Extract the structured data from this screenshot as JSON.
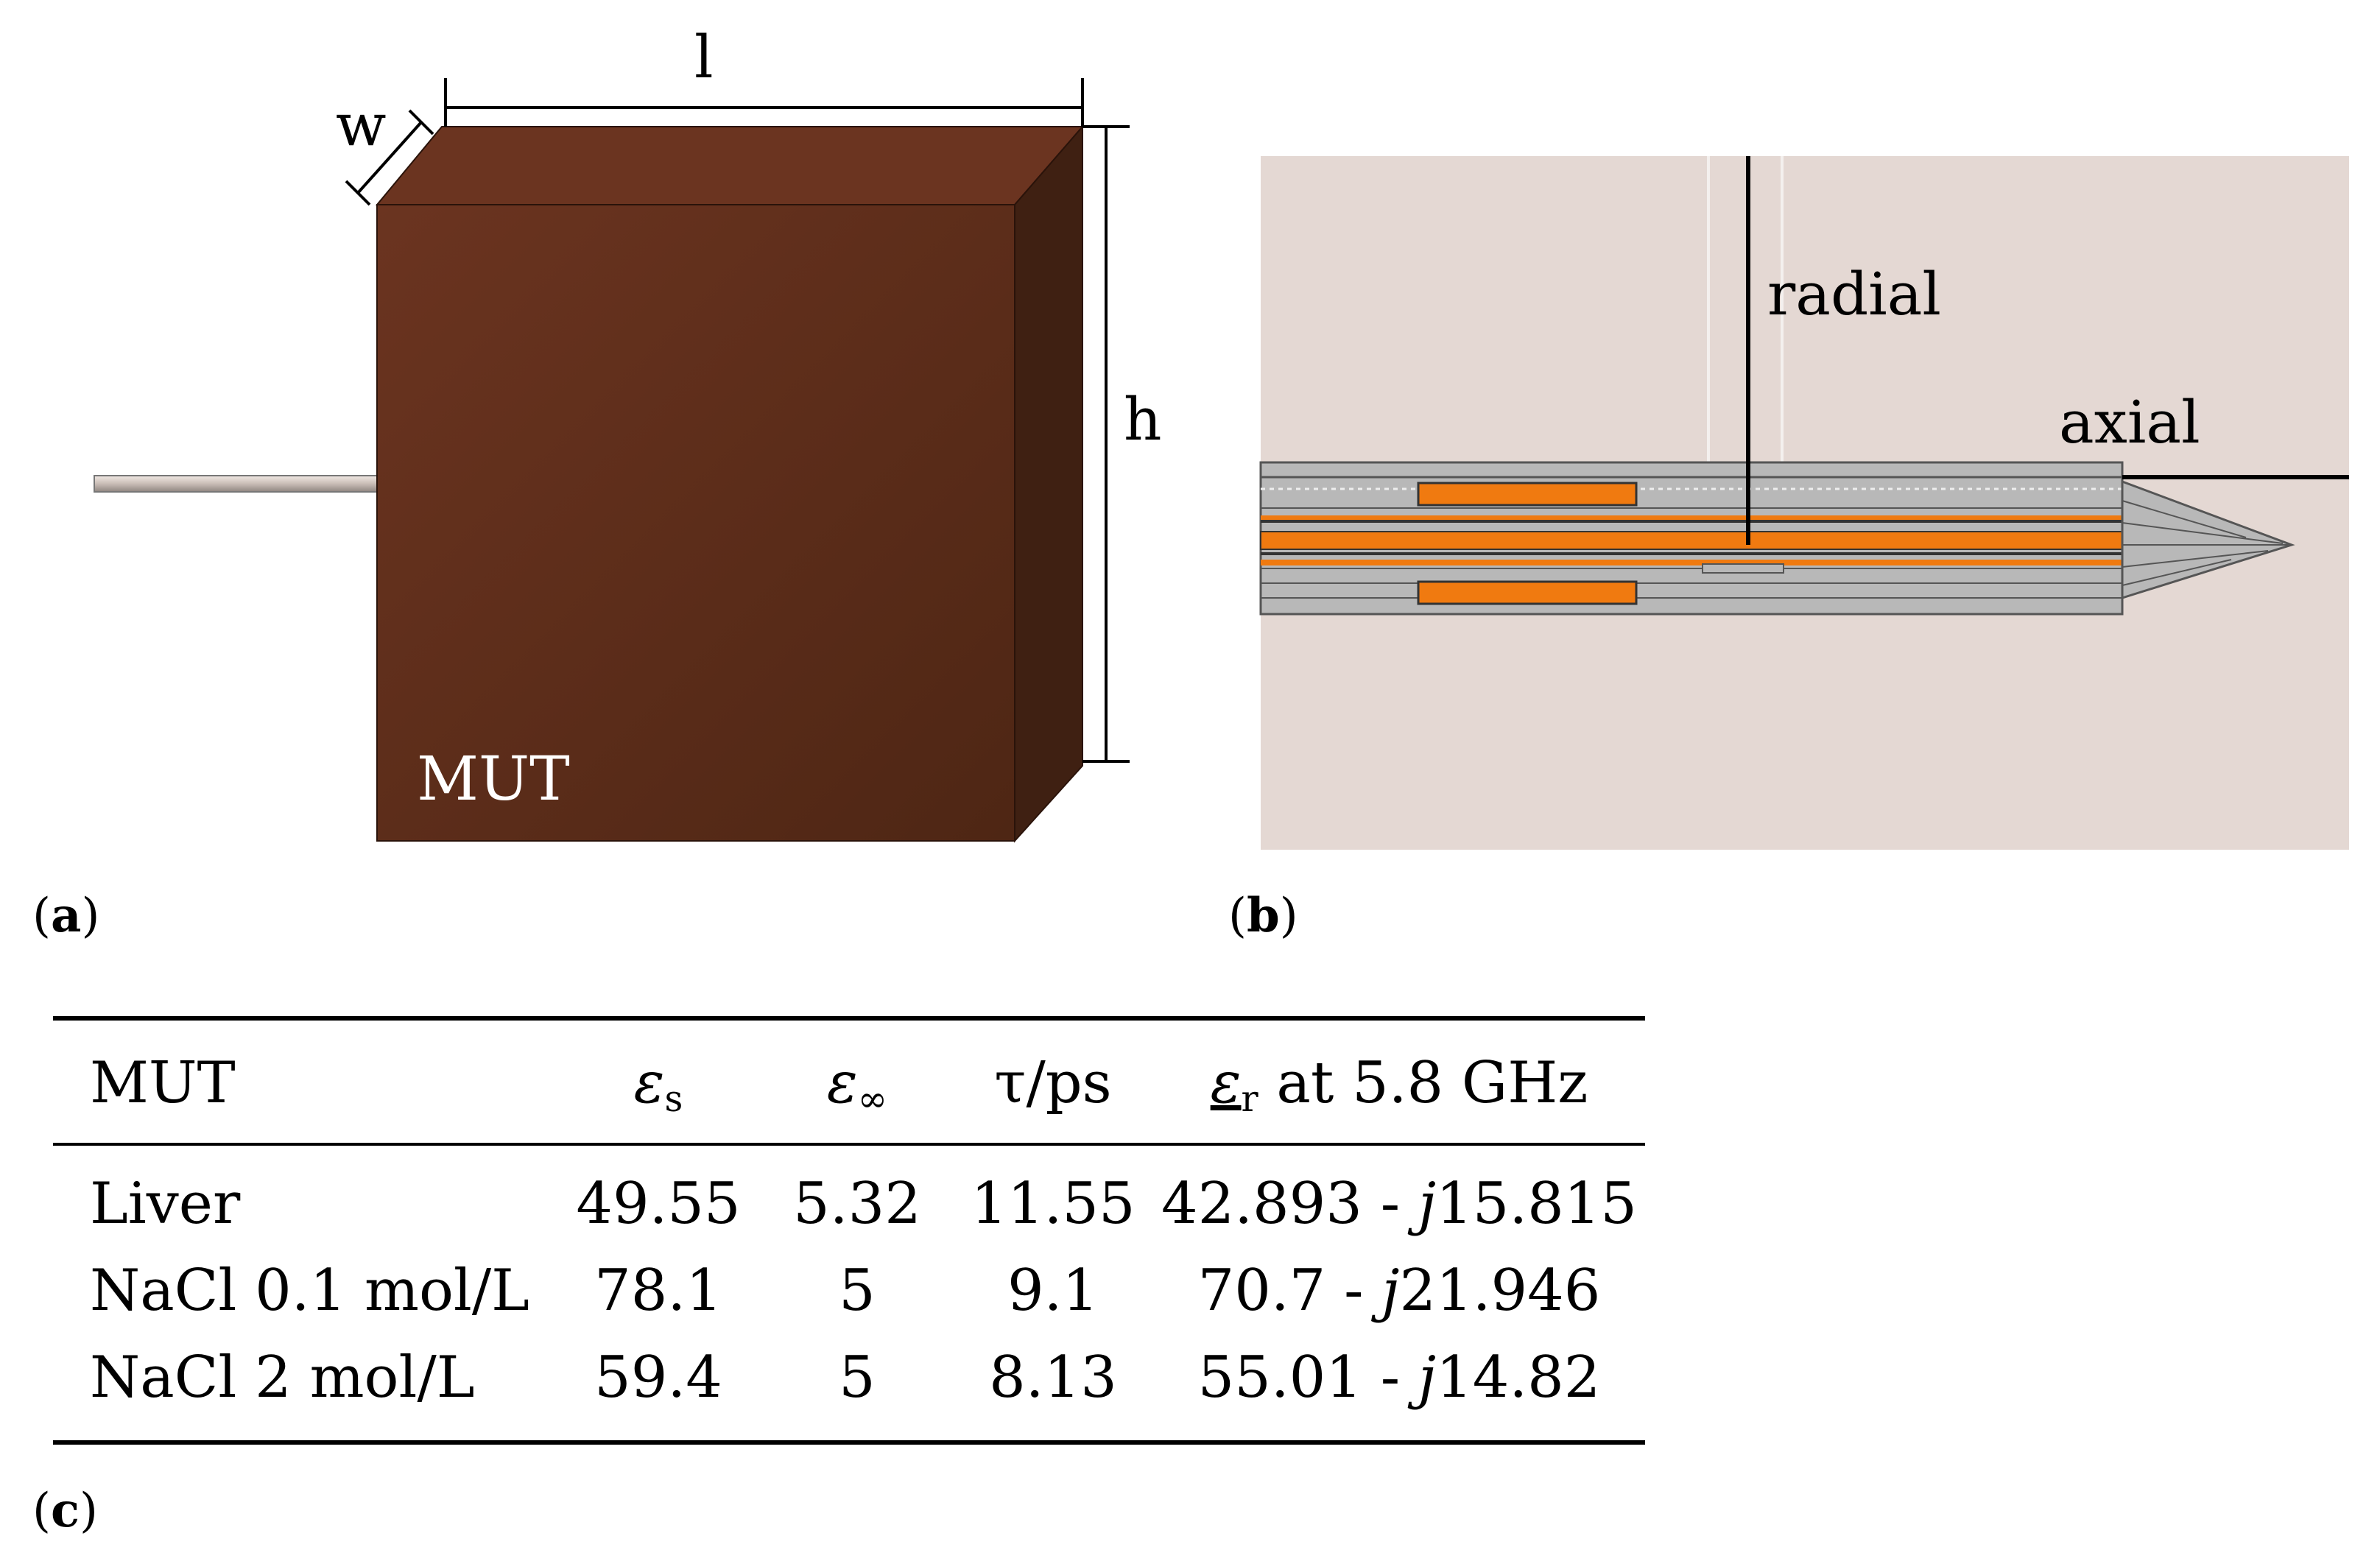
{
  "panel_a": {
    "label_open": "(",
    "label_letter": "a",
    "label_close": ")",
    "dim_length": "l",
    "dim_width": "w",
    "dim_height": "h",
    "block_label": "MUT",
    "block_color_front": "#5a2c18",
    "block_color_side": "#3f2012",
    "block_color_top": "#6b3420"
  },
  "panel_b": {
    "label_open": "(",
    "label_letter": "b",
    "label_close": ")",
    "radial_label": "radial",
    "axial_label": "axial",
    "background_color": "#e4d8d3",
    "metal_color": "#b8b8b8",
    "conductor_color": "#f07a10"
  },
  "panel_c": {
    "label_open": "(",
    "label_letter": "c",
    "label_close": ")",
    "headers": {
      "mut": "MUT",
      "eps_s_symbol": "ε",
      "eps_s_sub": "s",
      "eps_inf_symbol": "ε",
      "eps_inf_sub": "∞",
      "tau": "τ/ps",
      "eps_r_symbol": "ε",
      "eps_r_sub": "r",
      "eps_r_suffix": " at 5.8 GHz"
    },
    "rows": [
      {
        "mut": "Liver",
        "eps_s": "49.55",
        "eps_inf": "5.32",
        "tau": "11.55",
        "eps_r_real": "42.893 - ",
        "eps_r_j": "j",
        "eps_r_imag": "15.815"
      },
      {
        "mut": "NaCl 0.1 mol/L",
        "eps_s": "78.1",
        "eps_inf": "5",
        "tau": "9.1",
        "eps_r_real": "70.7 - ",
        "eps_r_j": "j",
        "eps_r_imag": "21.946"
      },
      {
        "mut": "NaCl 2 mol/L",
        "eps_s": "59.4",
        "eps_inf": "5",
        "tau": "8.13",
        "eps_r_real": "55.01 - ",
        "eps_r_j": "j",
        "eps_r_imag": "14.82"
      }
    ]
  }
}
